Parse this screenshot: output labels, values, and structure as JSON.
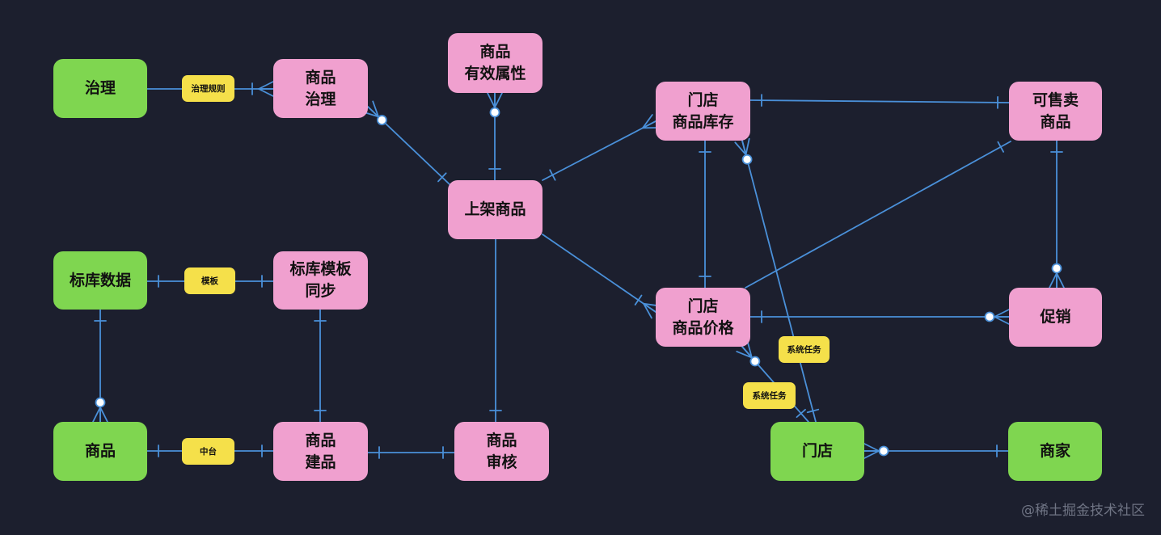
{
  "nodes": {
    "governance": {
      "text": "治理",
      "color": "green"
    },
    "product_gov": {
      "text": "商品\n治理",
      "color": "pink"
    },
    "product_attr": {
      "text": "商品\n有效属性",
      "color": "pink"
    },
    "store_inventory": {
      "text": "门店\n商品库存",
      "color": "pink"
    },
    "sellable": {
      "text": "可售卖\n商品",
      "color": "pink"
    },
    "listed": {
      "text": "上架商品",
      "color": "pink"
    },
    "std_lib_data": {
      "text": "标库数据",
      "color": "green"
    },
    "std_template_sync": {
      "text": "标库模板\n同步",
      "color": "pink"
    },
    "store_price": {
      "text": "门店\n商品价格",
      "color": "pink"
    },
    "promotion": {
      "text": "促销",
      "color": "pink"
    },
    "product": {
      "text": "商品",
      "color": "green"
    },
    "product_build": {
      "text": "商品\n建品",
      "color": "pink"
    },
    "product_review": {
      "text": "商品\n审核",
      "color": "pink"
    },
    "store": {
      "text": "门店",
      "color": "green"
    },
    "merchant": {
      "text": "商家",
      "color": "green"
    }
  },
  "labels": {
    "gov_rules": "治理规则",
    "template": "模板",
    "middle": "中台",
    "sys_task_1": "系统任务",
    "sys_task_2": "系统任务"
  },
  "watermark": "@稀土掘金技术社区",
  "colors": {
    "background": "#1c1f2e",
    "line": "#4a90d9",
    "green_node": "#7fd650",
    "pink_node": "#f0a0cf",
    "label": "#f5e04a"
  }
}
